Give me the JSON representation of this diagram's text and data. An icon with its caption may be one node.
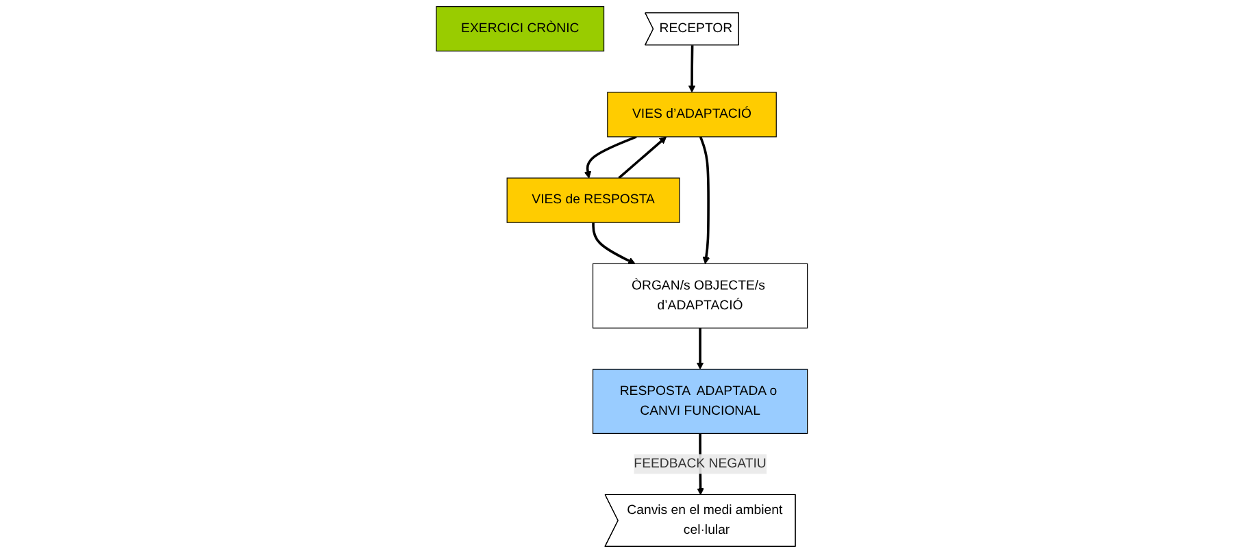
{
  "diagram": {
    "nodes": [
      {
        "text": [
          "EXERCICI CRÒNIC"
        ]
      },
      {
        "text": [
          "Canvis en el medi ambient cel·lular"
        ]
      },
      {
        "text": [
          "RECEPTOR"
        ]
      },
      {
        "text": [
          "VIES de RESPOSTA"
        ]
      },
      {
        "text": [
          "VIES d’ADAPTACIÓ"
        ]
      },
      {
        "text": [
          "ÒRGAN/s OBJECTE/s d’ADAPTACIÓ"
        ]
      },
      {
        "text": [
          "RESPOSTA  ADAPTADA o CANVI FUNCIONAL"
        ]
      }
    ],
    "edges": [
      {
        "from": 2,
        "to": 4,
        "arrow": "to"
      },
      {
        "from": 3,
        "to": 4,
        "arrow": "to"
      },
      {
        "from": 4,
        "to": 3,
        "arrow": "to"
      },
      {
        "from": 3,
        "to": 5,
        "arrow": "to"
      },
      {
        "from": 4,
        "to": 5,
        "arrow": "to"
      },
      {
        "from": 5,
        "to": 6,
        "arrow": "to"
      },
      {
        "from": 6,
        "to": 1,
        "arrow": "to",
        "label": "FEEDBACK NEGATIU"
      }
    ]
  }
}
